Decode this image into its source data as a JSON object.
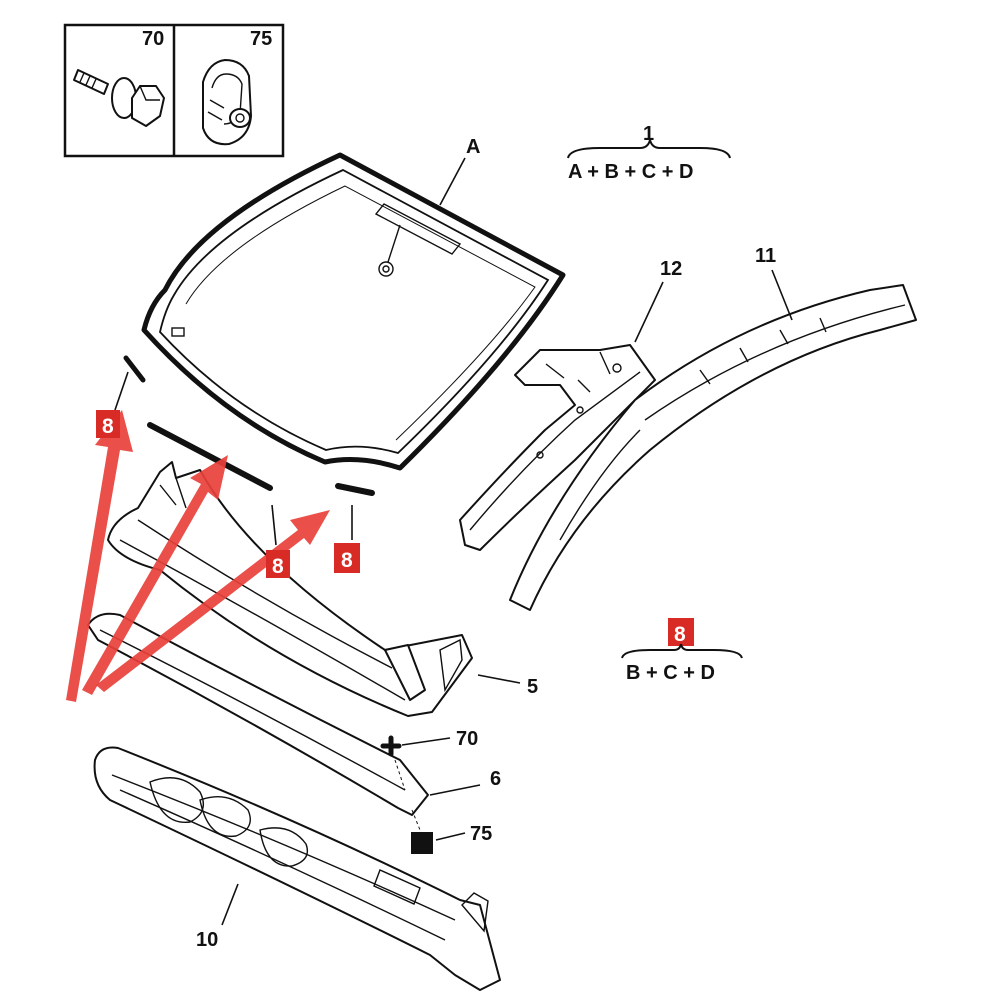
{
  "inset": {
    "left_label": "70",
    "right_label": "75",
    "left_icon": "screw-with-nut-icon",
    "right_icon": "clip-fastener-icon"
  },
  "callouts": {
    "windshield": "A",
    "seal_a": "8",
    "seal_b": "8",
    "seal_c": "8",
    "seal_d": "8",
    "cowl_upper": "5",
    "cowl_lower": "6",
    "dash_panel": "10",
    "roof_rail": "11",
    "pillar_bracket": "12",
    "screw": "70",
    "clip": "75"
  },
  "legend": {
    "kit_one_number": "1",
    "kit_one_formula": "A + B + C + D",
    "kit_eight_number": "8",
    "kit_eight_formula": "B + C + D"
  },
  "colors": {
    "highlight": "#d92b26",
    "arrow": "#e8403a",
    "line": "#111111"
  }
}
